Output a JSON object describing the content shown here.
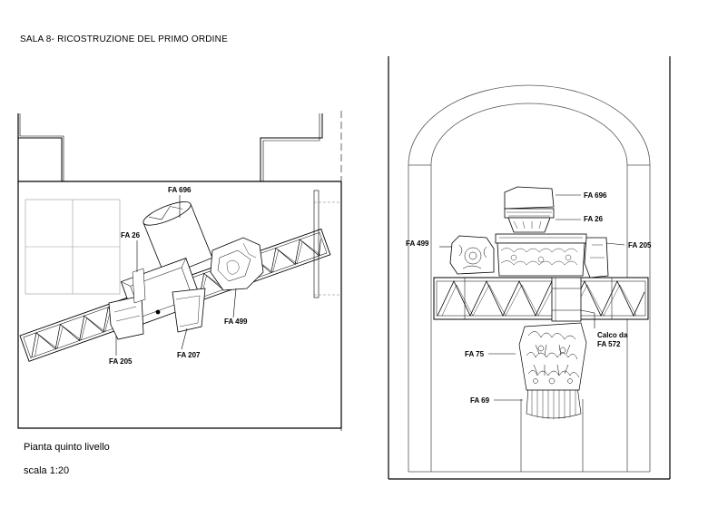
{
  "sheet": {
    "title": "SALA 8- RICOSTRUZIONE DEL PRIMO ORDINE",
    "plan_caption": "Pianta quinto livello",
    "scale_caption": "scala 1:20"
  },
  "plan_labels": {
    "fa696": "FA 696",
    "fa26": "FA 26",
    "fa499": "FA 499",
    "fa205": "FA 205",
    "fa207": "FA 207"
  },
  "elevation_labels": {
    "fa696": "FA 696",
    "fa26": "FA 26",
    "fa499": "FA 499",
    "fa205": "FA 205",
    "calco1": "Calco da",
    "calco2": "FA 572",
    "fa75": "FA 75",
    "fa69": "FA 69"
  }
}
